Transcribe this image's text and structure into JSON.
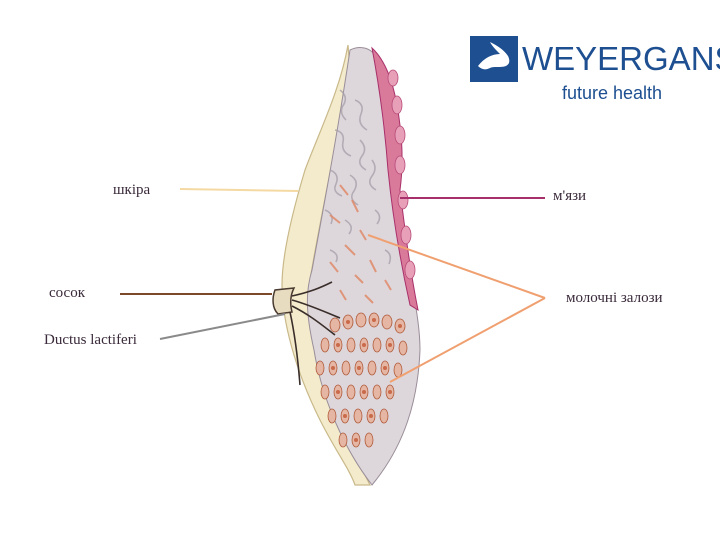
{
  "labels": {
    "skin": "шкіра",
    "nipple": "сосок",
    "ducts": "Ductus lactiferi",
    "muscles": "м'язи",
    "glands": "молочні залози"
  },
  "logo": {
    "wordmark": "WEYERGANS",
    "tagline": "future health",
    "brand_color": "#1d4f91"
  },
  "colors": {
    "skin_line": "#f5d9a3",
    "nipple_line": "#7a4a2a",
    "ducts_line": "#8a8a8a",
    "muscles_line": "#a8306a",
    "glands_line": "#f0a070",
    "muscle_tissue": "#d97a9a",
    "gland_lobules": "#c96a4a",
    "tissue_gray": "#b9b2ba",
    "skin_fill": "#f3ebcb"
  }
}
